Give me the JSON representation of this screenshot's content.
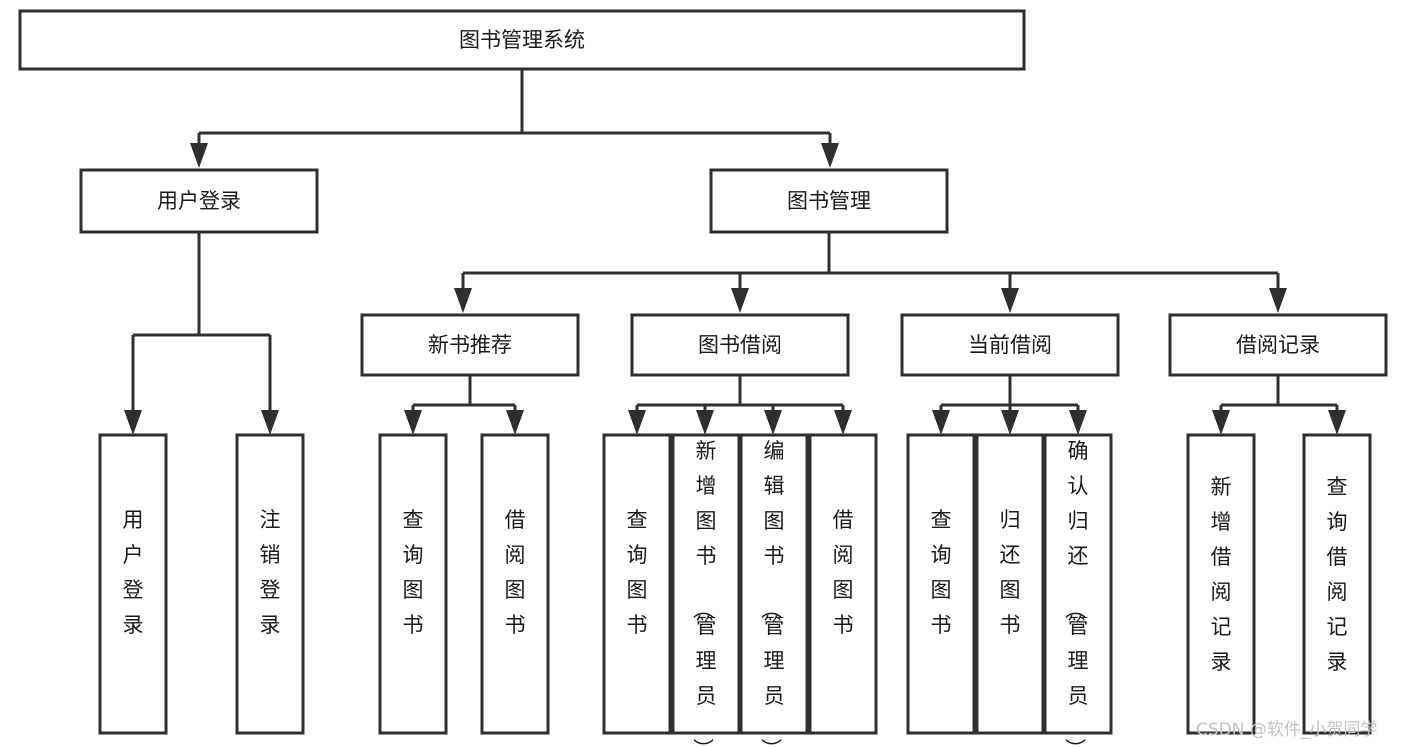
{
  "diagram": {
    "title": "图书管理系统",
    "type": "tree-hierarchy-chart",
    "root": {
      "label": "图书管理系统"
    },
    "level2": [
      {
        "label": "用户登录"
      },
      {
        "label": "图书管理"
      }
    ],
    "level3": [
      {
        "label": "新书推荐"
      },
      {
        "label": "图书借阅"
      },
      {
        "label": "当前借阅"
      },
      {
        "label": "借阅记录"
      }
    ],
    "leaves": {
      "user_login": [
        {
          "label": "用户登录"
        },
        {
          "label": "注销登录"
        }
      ],
      "new_book_recommend": [
        {
          "label": "查询图书"
        },
        {
          "label": "借阅图书"
        }
      ],
      "book_borrow": [
        {
          "label": "查询图书"
        },
        {
          "label": "新增图书（管理员）"
        },
        {
          "label": "编辑图书（管理员）"
        },
        {
          "label": "借阅图书"
        }
      ],
      "current_borrow": [
        {
          "label": "查询图书"
        },
        {
          "label": "归还图书"
        },
        {
          "label": "确认归还（管理员）"
        }
      ],
      "borrow_record": [
        {
          "label": "新增借阅记录"
        },
        {
          "label": "查询借阅记录"
        }
      ]
    },
    "watermark": "CSDN @软件_小贺同学",
    "colors": {
      "stroke": "#2f2f2f",
      "fill": "#ffffff",
      "text": "#1a1a1a",
      "watermark": "#c2c2c2"
    }
  }
}
